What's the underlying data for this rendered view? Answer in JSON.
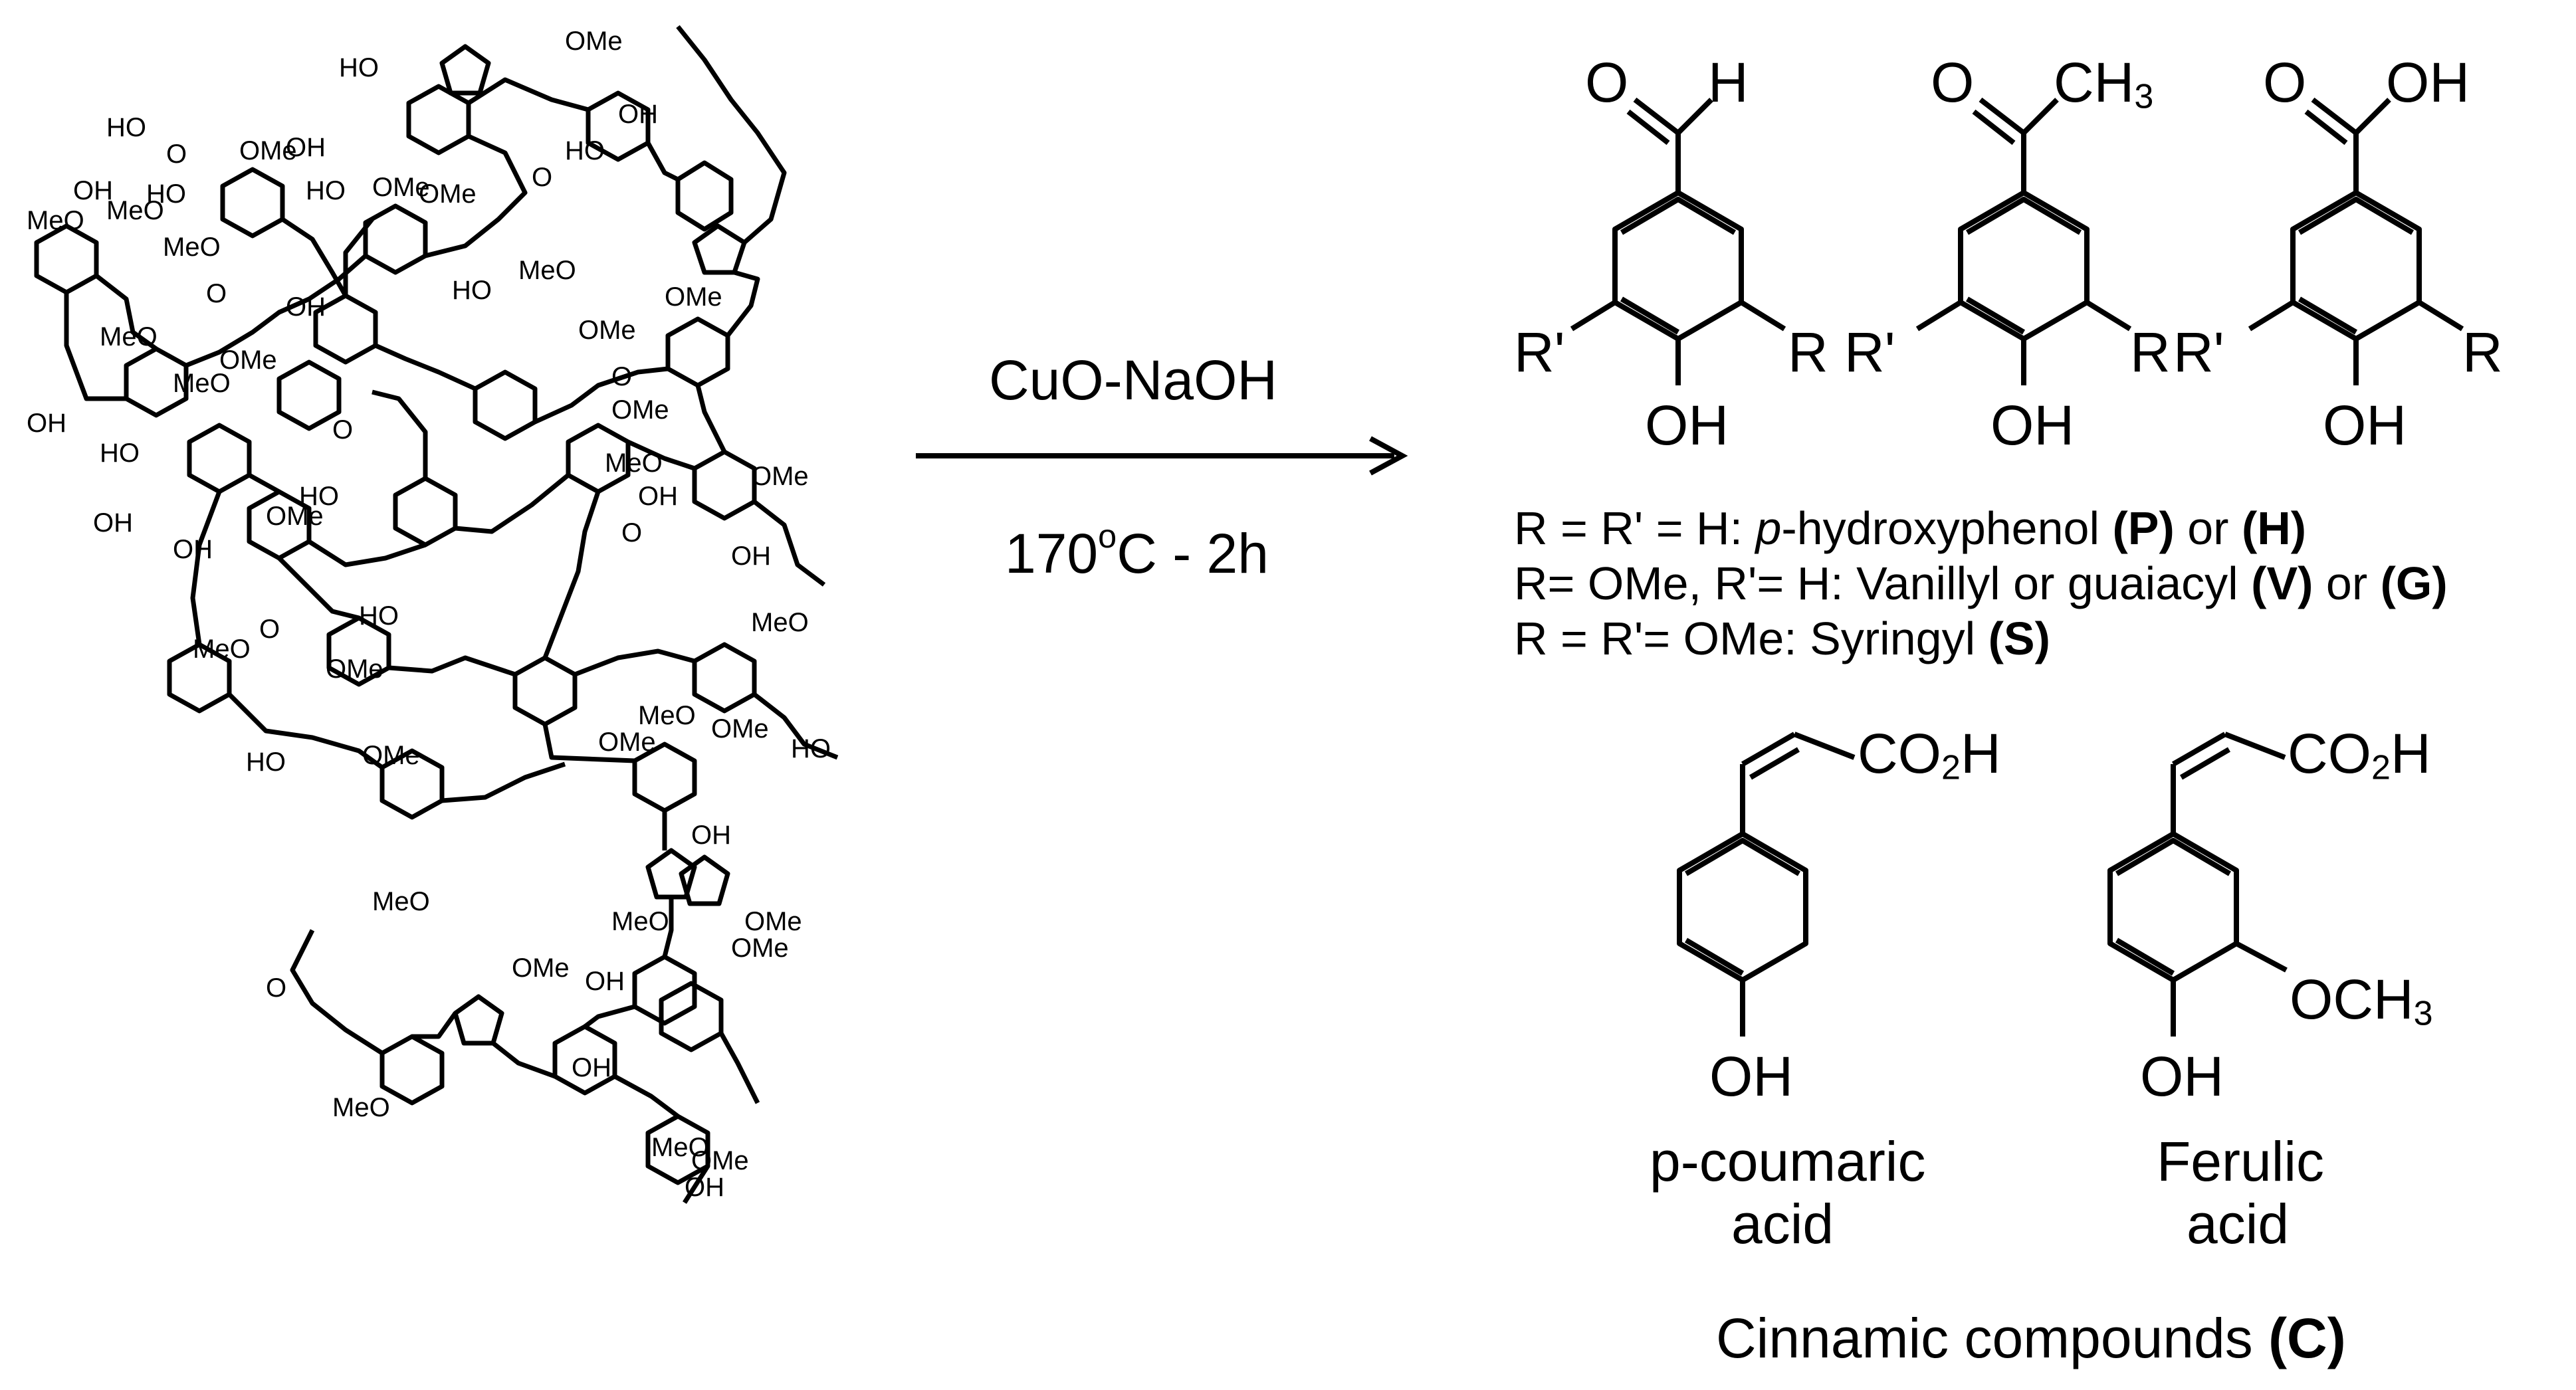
{
  "reaction": {
    "reagent": "CuO-NaOH",
    "temperature_prefix": "170",
    "temperature_degree": "o",
    "temperature_suffix": "C - 2h"
  },
  "lignin_labels": [
    "HO",
    "OMe",
    "OH",
    "OMe",
    "HO",
    "O",
    "MeO",
    "OH",
    "HO",
    "OMe",
    "MeO",
    "OH",
    "OMe",
    "HO",
    "MeO",
    "O",
    "OH",
    "OMe",
    "MeO",
    "OH",
    "MeO",
    "O",
    "HO",
    "MeO",
    "OMe",
    "OMe",
    "OMe",
    "HO",
    "O",
    "MeO",
    "OMe",
    "OH",
    "O",
    "HO",
    "O",
    "HO",
    "OH",
    "OMe",
    "OH",
    "OMe",
    "HO",
    "OMe",
    "MeO",
    "O",
    "HO",
    "MeO",
    "OMe",
    "OH",
    "MeO",
    "OMe",
    "HO",
    "MeO",
    "OH",
    "O",
    "MeO",
    "MeO",
    "OMe",
    "OH",
    "OMe",
    "OH",
    "MeO",
    "OMe",
    "OMe",
    "OH"
  ],
  "products": {
    "aldehyde": {
      "top": "O",
      "sub": "H",
      "left": "R'",
      "right": "R",
      "bottom": "OH"
    },
    "ketone": {
      "top": "O",
      "sub_main": "CH",
      "sub_index": "3",
      "left": "R'",
      "right": "R",
      "bottom": "OH"
    },
    "acid": {
      "top": "O",
      "sub": "OH",
      "left": "R'",
      "right": "R",
      "bottom": "OH"
    }
  },
  "legend": [
    {
      "prefix": "R = R' = H: ",
      "italic": "p",
      "text": "-hydroxyphenol ",
      "code1": "(P)",
      "mid": " or ",
      "code2": "(H)"
    },
    {
      "prefix": "R= OMe, R'= H: ",
      "italic": "",
      "text": "Vanillyl or guaiacyl ",
      "code1": "(V)",
      "mid": " or ",
      "code2": "(G)"
    },
    {
      "prefix": "R = R'= OMe: ",
      "italic": "",
      "text": "Syringyl ",
      "code1": "(S)",
      "mid": "",
      "code2": ""
    }
  ],
  "cinnamics": {
    "coumaric": {
      "acid_group_main": "CO",
      "acid_group_index": "2",
      "acid_group_end": "H",
      "bottom": "OH",
      "name_line1": "p-coumaric",
      "name_line2": "acid"
    },
    "ferulic": {
      "acid_group_main": "CO",
      "acid_group_index": "2",
      "acid_group_end": "H",
      "bottom": "OH",
      "methoxy": "OCH",
      "methoxy_index": "3",
      "name_line1": "Ferulic",
      "name_line2": "acid"
    },
    "caption_text": "Cinnamic compounds ",
    "caption_code": "(C)"
  }
}
